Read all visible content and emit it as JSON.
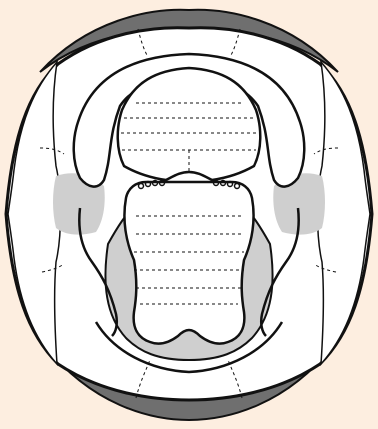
{
  "diagram": {
    "caption": "",
    "colors": {
      "background": "#fdeee0",
      "outline": "#111111",
      "dark_band": "#6f6f6f",
      "shaded_region": "#cfcfcf",
      "fill": "#ffffff"
    },
    "regions": [
      "outer-oral-boundary",
      "upper-lip-band",
      "lower-lip-band",
      "upper-dental-arch",
      "hard-palate",
      "tongue",
      "left-buccal-region",
      "right-buccal-region",
      "left-shaded-cheek",
      "right-shaded-cheek",
      "posterior-shaded-region",
      "papillae-row-left",
      "papillae-row-right"
    ]
  }
}
